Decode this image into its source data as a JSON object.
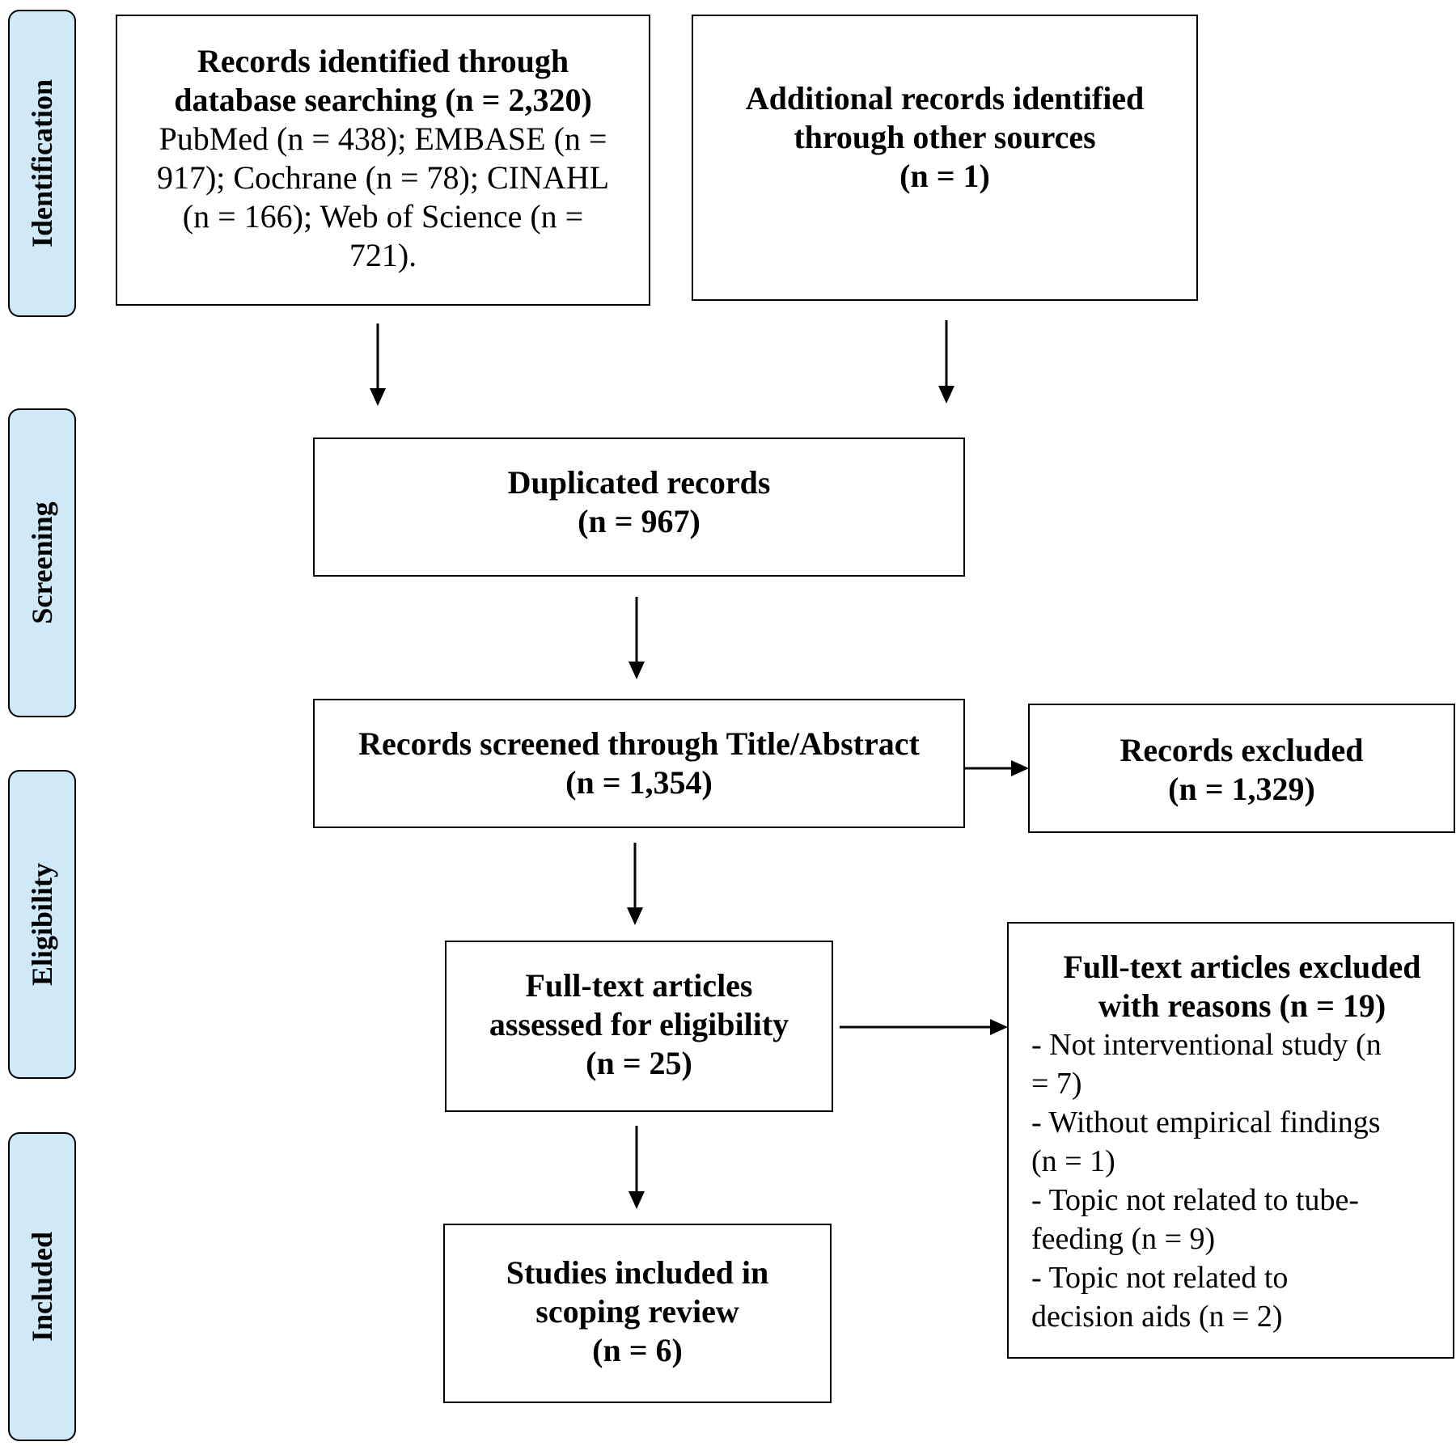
{
  "phases": {
    "identification": "Identification",
    "screening": "Screening",
    "eligibility": "Eligibility",
    "included": "Included"
  },
  "boxes": {
    "database": {
      "title_line1": "Records identified through",
      "title_line2": "database searching (n = 2,320)",
      "detail_line1": "PubMed (n = 438); EMBASE (n =",
      "detail_line2": "917); Cochrane (n = 78); CINAHL",
      "detail_line3": "(n = 166); Web of Science (n =",
      "detail_line4": "721)."
    },
    "other_sources": {
      "line1": "Additional records identified",
      "line2": "through other sources",
      "line3": "(n = 1)"
    },
    "duplicated": {
      "line1": "Duplicated records",
      "line2": "(n = 967)"
    },
    "screened": {
      "line1": "Records screened through Title/Abstract",
      "line2": "(n = 1,354)"
    },
    "excluded": {
      "line1": "Records excluded",
      "line2": "(n = 1,329)"
    },
    "fulltext": {
      "line1": "Full-text articles",
      "line2": "assessed for eligibility",
      "line3": "(n = 25)"
    },
    "fulltext_excluded": {
      "title_line1": "Full-text articles excluded",
      "title_line2": "with reasons (n = 19)",
      "reasons": [
        "- Not interventional study (n",
        "= 7)",
        "- Without empirical findings",
        "(n = 1)",
        "- Topic not related to tube-",
        "feeding (n = 9)",
        "- Topic not related to",
        "decision aids (n = 2)"
      ]
    },
    "included": {
      "line1": "Studies included in",
      "line2": "scoping review",
      "line3": "(n = 6)"
    }
  }
}
